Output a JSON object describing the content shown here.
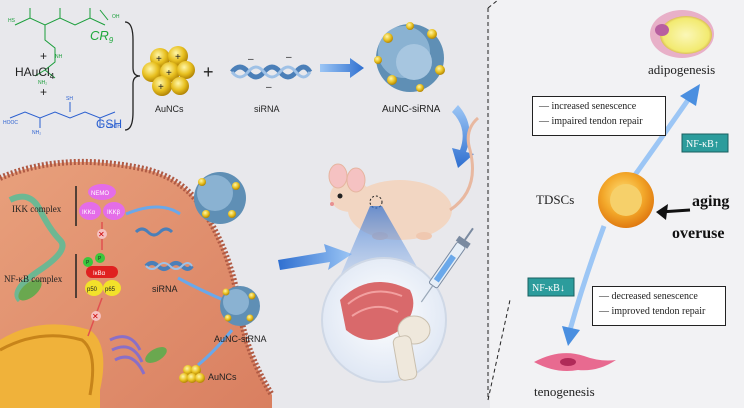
{
  "synthesis": {
    "cr9_label": "CR",
    "cr9_sub": "9",
    "haucl_label": "HAuCl",
    "haucl_sub": "4",
    "gsh_label": "GSH",
    "plus": "+"
  },
  "product_labels": {
    "auncs": "AuNCs",
    "sirna": "siRNA",
    "complex": "AuNC-siRNA"
  },
  "cell_labels": {
    "nemo": "NEMO",
    "ikka": "IKKα",
    "ikkb": "IKKβ",
    "ikk_complex": "IKK complex",
    "nfkb_complex": "NF-κB complex",
    "ikba": "IκBα",
    "p50": "p50",
    "p65": "p65",
    "p": "P",
    "sirna": "siRNA",
    "auncs": "AuNCs",
    "complex": "AuNC-siRNA"
  },
  "right_panel": {
    "adipogenesis": "adipogenesis",
    "tenogenesis": "tenogenesis",
    "tdscs": "TDSCs",
    "aging": "aging",
    "overuse": "overuse",
    "nfkb_up": "NF-κB↑",
    "nfkb_down": "NF-κB↓",
    "up_box": [
      "increased senescence",
      "impaired tendon repair"
    ],
    "down_box": [
      "decreased senescence",
      "improved tendon repair"
    ]
  },
  "colors": {
    "panel_bg": "#e8e8ec",
    "gold": "#e8c020",
    "blue_arrow": "#3a7bd5",
    "teal_tag": "#2c9c9c",
    "cell_pink": "#d98a73"
  },
  "icons": [
    "mouse-icon",
    "syringe-icon",
    "shoulder-icon",
    "fat-cell-icon",
    "tendon-cell-icon",
    "mitochondria-icon",
    "nucleus-icon"
  ]
}
